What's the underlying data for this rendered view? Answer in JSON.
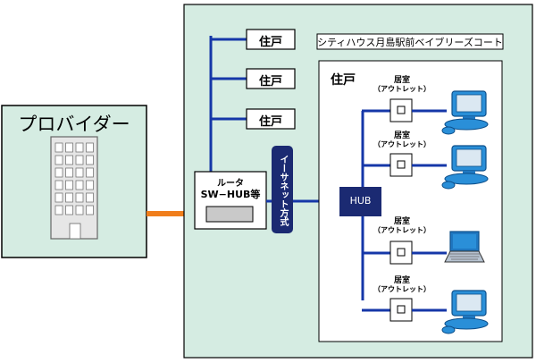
{
  "provider": {
    "label": "プロバイダー"
  },
  "building": {
    "name": "シティハウス月島駅前ベイブリーズコート"
  },
  "units": {
    "label": "住戸"
  },
  "router": {
    "line1": "ルータ",
    "line2": "SW−HUB等"
  },
  "ethernet": {
    "label": "イーサネット方式"
  },
  "hub": {
    "label": "HUB"
  },
  "room": {
    "line1": "居室",
    "line2": "（アウトレット）"
  },
  "colors": {
    "green_bg": "#d5ece2",
    "blue_line": "#1537a8",
    "navy": "#1b2a72",
    "orange": "#f07e1c"
  }
}
